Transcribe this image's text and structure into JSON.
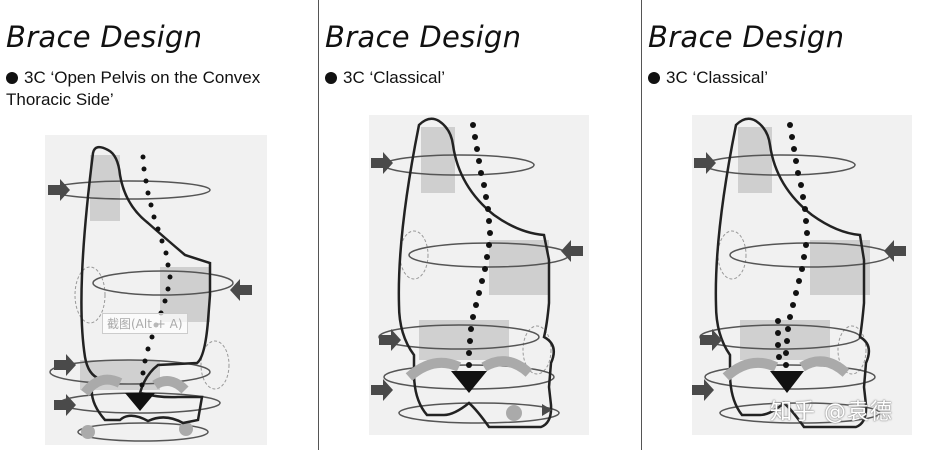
{
  "panels": [
    {
      "title": "Brace Design",
      "bullet": "3C ‘Open Pelvis on the Convex Thoracic Side’"
    },
    {
      "title": "Brace Design",
      "bullet": "3C ‘Classical’"
    },
    {
      "title": "Brace Design",
      "bullet": "3C ‘Classical’"
    }
  ],
  "overlay": {
    "tooltip": "截图(Alt + A)",
    "watermark": "知乎 @袁德"
  },
  "colors": {
    "outline": "#222222",
    "shade": "#c8c8c8",
    "arrow": "#4a4a4a",
    "dots": "#111111"
  }
}
